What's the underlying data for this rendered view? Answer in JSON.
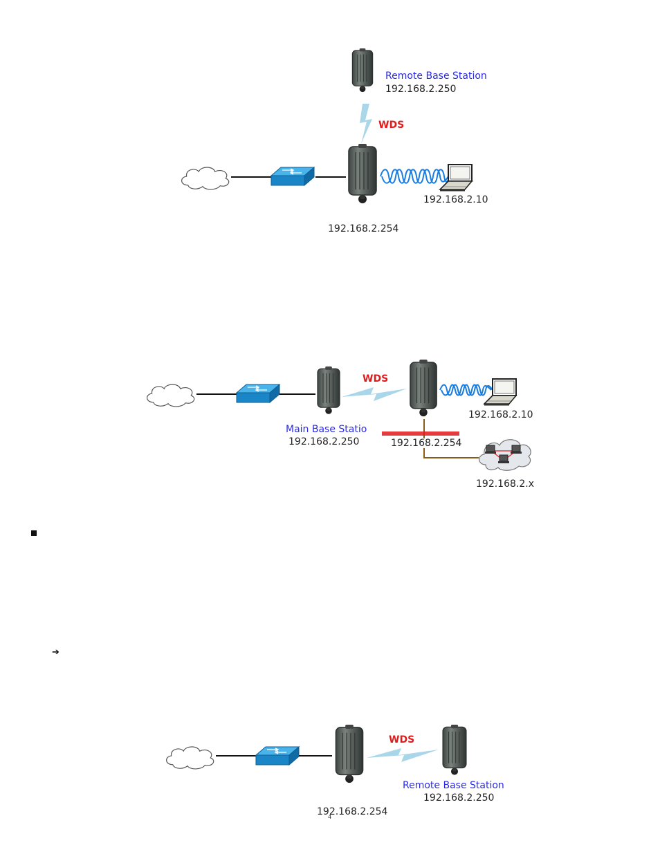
{
  "diagram1": {
    "remote_label": "Remote Base Station",
    "remote_ip": "192.168.2.250",
    "wds_label": "WDS",
    "laptop_ip": "192.168.2.10",
    "main_ip": "192.168.2.254"
  },
  "diagram2": {
    "wds_label": "WDS",
    "main_label": "Main Base Statio",
    "main_ip": "192.168.2.250",
    "remote_ip": "192.168.2.254",
    "laptop_ip": "192.168.2.10",
    "lan_ip": "192.168.2.x"
  },
  "diagram3": {
    "wds_label": "WDS",
    "remote_label": "Remote Base Station",
    "remote_ip": "192.168.2.250",
    "main_ip": "192.168.2.254"
  },
  "page": {
    "number": "4"
  },
  "colors": {
    "device": "#5c6460",
    "switch": "#1e8fd0",
    "wireless": "#a9d6e8",
    "wifi_coil": "#1a7ee0",
    "wds": "#e01b1b",
    "link_label": "#2a2ae6",
    "lan_cable": "#8b5a16"
  }
}
